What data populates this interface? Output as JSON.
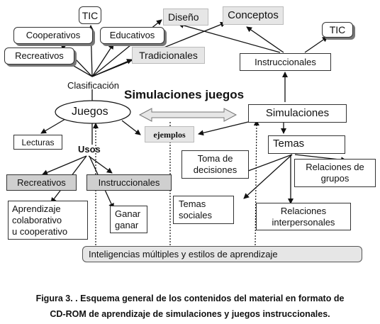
{
  "nodes": {
    "tic_left": "TIC",
    "diseno": "Diseño",
    "conceptos": "Conceptos",
    "tic_right": "TIC",
    "cooperativos": "Cooperativos",
    "educativos": "Educativos",
    "recreativos_top": "Recreativos",
    "tradicionales": "Tradicionales",
    "instruccionales_top": "Instruccionales",
    "clasificacion": "Clasificación",
    "title": "Simulaciones juegos",
    "juegos": "Juegos",
    "simulaciones": "Simulaciones",
    "ejemplos": "ejemplos",
    "lecturas": "Lecturas",
    "usos": "Usos",
    "temas": "Temas",
    "toma_decisiones": "Toma de\ndecisiones",
    "relaciones_grupos": "Relaciones de\ngrupos",
    "recreativos_bottom": "Recreativos",
    "instruccionales_bottom": "Instruccionales",
    "aprendizaje": "Aprendizaje\ncolaborativo\nu cooperativo",
    "ganar": "Ganar\nganar",
    "temas_sociales": "Temas\nsociales",
    "relaciones_interpersonales": "Relaciones\ninterpersonales",
    "inteligencias": "Inteligencias múltiples y estilos de aprendizaje"
  },
  "caption": {
    "line1": "Figura 3. . Esquema general de los contenidos del material en formato de",
    "line2": "CD-ROM de aprendizaje de simulaciones y juegos instruccionales."
  }
}
